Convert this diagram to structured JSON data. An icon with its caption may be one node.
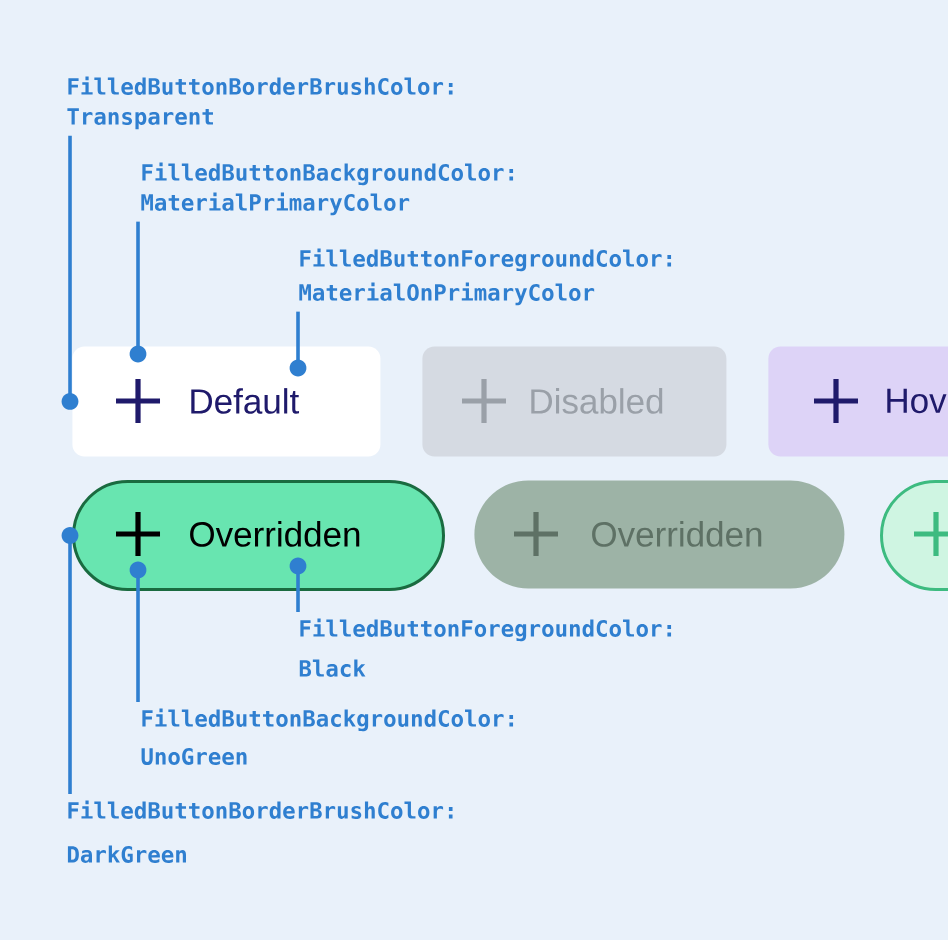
{
  "diagram": {
    "nodes": [
      {
        "text": [
          "FilledButtonBorderBrushColor:",
          "Transparent"
        ]
      },
      {
        "text": [
          "FilledButtonBackgroundColor:",
          "MaterialPrimaryColor"
        ]
      },
      {
        "text": [
          "FilledButtonForegroundColor:",
          "MaterialOnPrimaryColor"
        ]
      },
      {
        "text": [
          "Default"
        ]
      },
      {
        "text": [
          "Disabled"
        ]
      },
      {
        "text": [
          "Hov"
        ]
      },
      {
        "text": [
          "Overridden"
        ]
      },
      {
        "text": [
          "Overridden"
        ]
      },
      {
        "text": [],
        "shape": "box"
      },
      {
        "text": [
          "FilledButtonForegroundColor:",
          "Black"
        ]
      },
      {
        "text": [
          "FilledButtonBackgroundColor:",
          "UnoGreen"
        ]
      },
      {
        "text": [
          "FilledButtonBorderBrushColor:",
          "DarkGreen"
        ]
      }
    ],
    "edges": [
      {
        "from": 0,
        "to": 3,
        "arrow": "other"
      },
      {
        "from": 1,
        "to": 3,
        "arrow": "other"
      },
      {
        "from": 2,
        "to": 3,
        "arrow": "other"
      },
      {
        "from": 9,
        "to": 6,
        "arrow": "other"
      },
      {
        "from": 10,
        "to": 6,
        "arrow": "other"
      },
      {
        "from": 11,
        "to": 6,
        "arrow": "other"
      }
    ]
  }
}
